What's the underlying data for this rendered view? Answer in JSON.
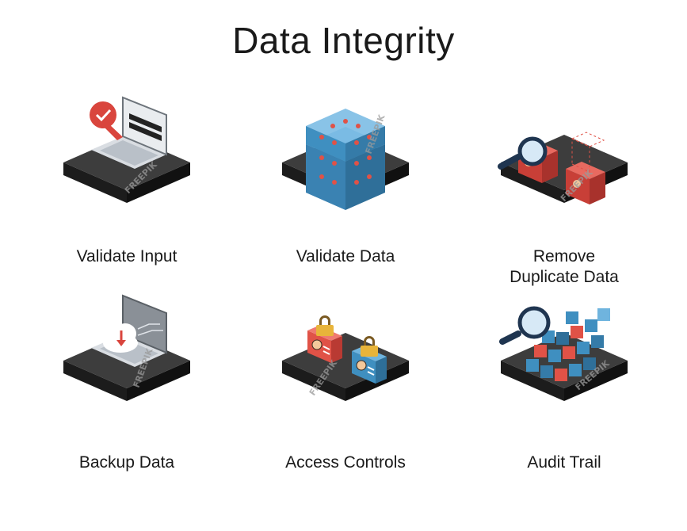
{
  "title": "Data Integrity",
  "watermark": "FREEPIK",
  "items": [
    {
      "label": "Validate Input",
      "icon": "laptop-password-check-icon"
    },
    {
      "label": "Validate Data",
      "icon": "data-cube-stack-icon"
    },
    {
      "label": "Remove\nDuplicate Data",
      "icon": "magnifier-duplicate-boxes-icon"
    },
    {
      "label": "Backup Data",
      "icon": "laptop-cloud-backup-icon"
    },
    {
      "label": "Access Controls",
      "icon": "locked-user-profiles-icon"
    },
    {
      "label": "Audit Trail",
      "icon": "magnifier-cube-cluster-icon"
    }
  ],
  "colors": {
    "platform_top": "#3d3d3d",
    "platform_side": "#111111",
    "cube_blue": "#3f8fc0",
    "cube_red": "#e05247",
    "accent_red": "#d9453d"
  }
}
